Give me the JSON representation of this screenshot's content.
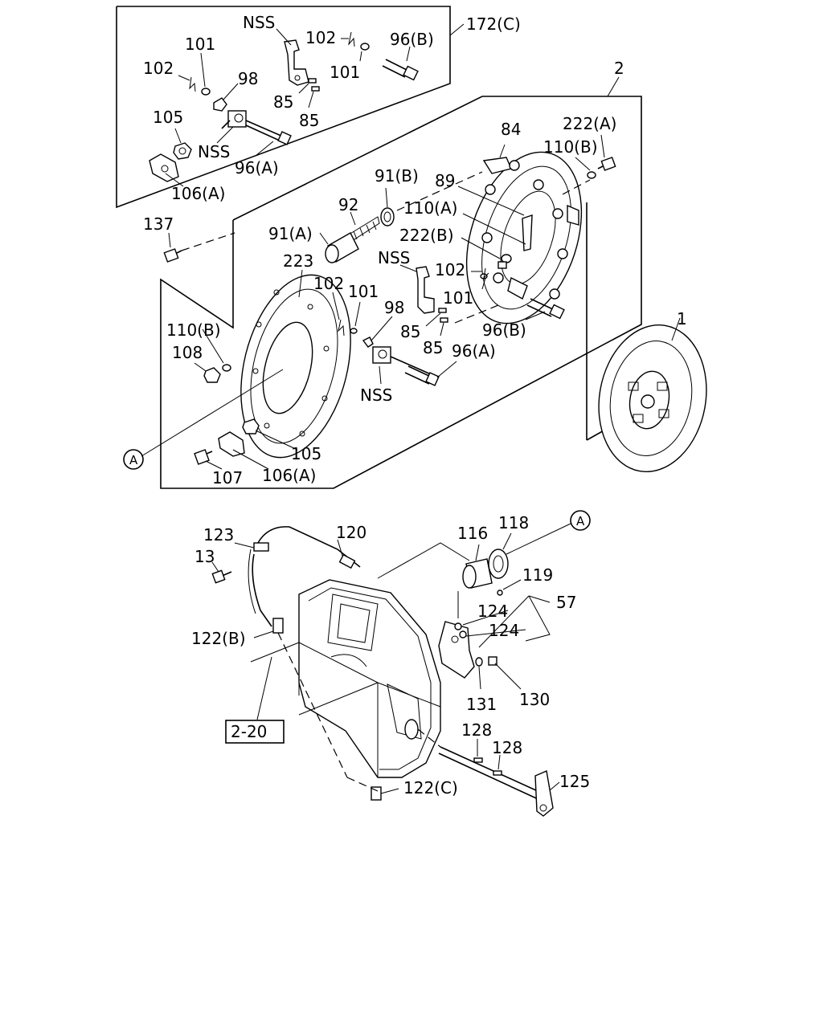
{
  "labels": {
    "l172c": "172(C)",
    "l96b_top": "96(B)",
    "l102_top2": "102",
    "lnss_top1": "NSS",
    "l101_top1": "101",
    "l102_top1": "102",
    "l98_top": "98",
    "l101_top2": "101",
    "l105_top": "105",
    "lnss_top2": "NSS",
    "l85_top1": "85",
    "l85_top2": "85",
    "l96a_top": "96(A)",
    "l106a_top": "106(A)",
    "l2": "2",
    "l84": "84",
    "l222a": "222(A)",
    "l110b_r": "110(B)",
    "l91b": "91(B)",
    "l89": "89",
    "l92": "92",
    "l110a": "110(A)",
    "l137": "137",
    "l91a": "91(A)",
    "l222b": "222(B)",
    "lnss_mid1": "NSS",
    "l223": "223",
    "l102_mid1": "102",
    "l102_mid2": "102",
    "l101_mid2": "101",
    "l110b_l": "110(B)",
    "l101_mid1": "101",
    "l98_mid": "98",
    "l85_mid1": "85",
    "l96b_mid": "96(B)",
    "l1": "1",
    "l108": "108",
    "l85_mid2": "85",
    "l96a_mid": "96(A)",
    "lnss_mid2": "NSS",
    "la_mid": "A",
    "l105_mid": "105",
    "l107": "107",
    "l106a_mid": "106(A)",
    "l123": "123",
    "l120": "120",
    "l116": "116",
    "l118": "118",
    "la_bot": "A",
    "l13": "13",
    "l119": "119",
    "l57": "57",
    "l124_1": "124",
    "l124_2": "124",
    "l122b": "122(B)",
    "l131": "131",
    "l130": "130",
    "l2_20": "2-20",
    "l128_1": "128",
    "l128_2": "128",
    "l125": "125",
    "l122c": "122(C)"
  }
}
